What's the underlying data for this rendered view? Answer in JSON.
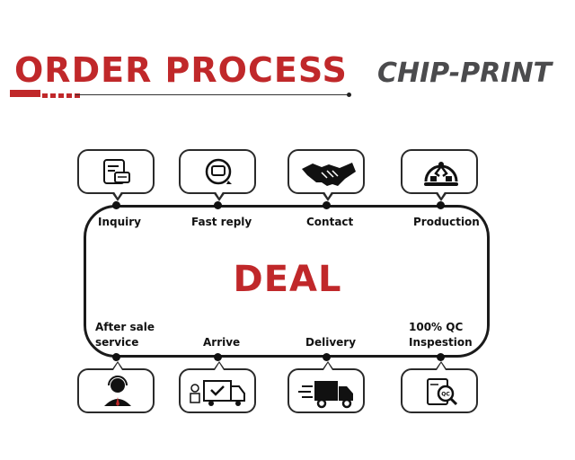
{
  "header": {
    "title": "ORDER PROCESS",
    "brand": "CHIP-PRINT"
  },
  "center": {
    "label": "DEAL"
  },
  "steps_top": [
    {
      "label": "Inquiry",
      "icon": "chat-document-icon"
    },
    {
      "label": "Fast reply",
      "icon": "reply-message-icon"
    },
    {
      "label": "Contact",
      "icon": "handshake-icon"
    },
    {
      "label": "Production",
      "icon": "factory-robot-icon"
    }
  ],
  "steps_bottom": [
    {
      "label_line1": "After sale",
      "label_line2": "service",
      "icon": "headset-agent-icon"
    },
    {
      "label": "Arrive",
      "icon": "delivery-received-icon"
    },
    {
      "label": "Delivery",
      "icon": "fast-truck-icon"
    },
    {
      "label_line1": "100% QC",
      "label_line2": "Inspestion",
      "icon": "qc-inspection-icon"
    }
  ],
  "colors": {
    "accent": "#c0282a",
    "logo": "#4b4b4d",
    "line": "#1a1a1a"
  }
}
